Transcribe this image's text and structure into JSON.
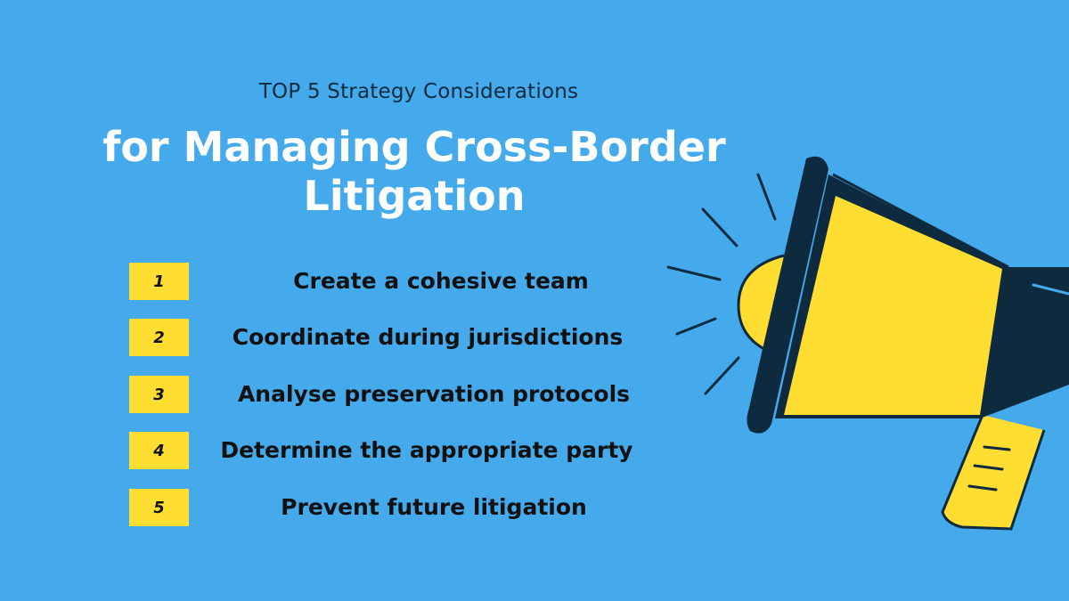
{
  "header": {
    "kicker": "TOP 5 Strategy Considerations",
    "title_line1": "for Managing Cross-Border",
    "title_line2": "Litigation"
  },
  "items": [
    {
      "number": "1",
      "label": "Create a cohesive team"
    },
    {
      "number": "2",
      "label": "Coordinate during jurisdictions"
    },
    {
      "number": "3",
      "label": "Analyse preservation protocols"
    },
    {
      "number": "4",
      "label": "Determine the appropriate party"
    },
    {
      "number": "5",
      "label": "Prevent future litigation"
    }
  ],
  "illustration": {
    "icon": "megaphone-icon"
  },
  "colors": {
    "background": "#45aaec",
    "accent_yellow": "#ffde31",
    "navy": "#0e2a3f",
    "white": "#ffffff"
  }
}
